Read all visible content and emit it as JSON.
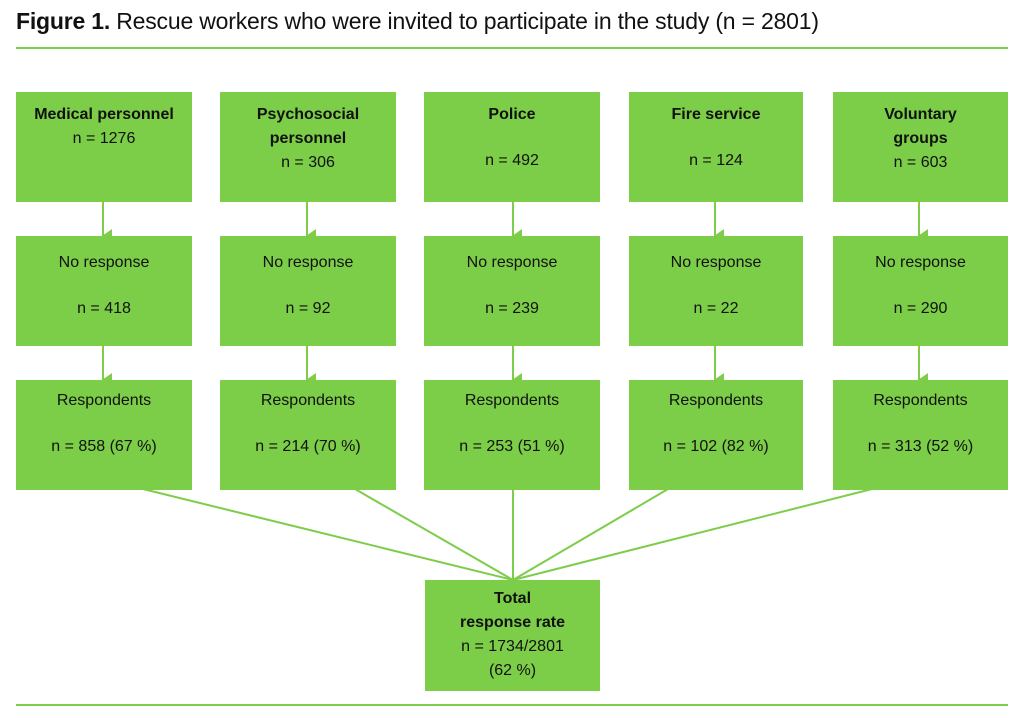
{
  "figure": {
    "label": "Figure 1.",
    "caption": " Rescue workers who were invited to participate in the study (n = 2801)"
  },
  "colors": {
    "box_fill": "#7ccd48",
    "line": "#7dcd4b",
    "text": "#111111"
  },
  "groups": [
    {
      "name": "Medical personnel",
      "invited": "n = 1276",
      "no_response_label": "No response",
      "no_response": "n = 418",
      "respondents_label": "Respondents",
      "respondents": "n = 858 (67 %)"
    },
    {
      "name": "Psychosocial personnel",
      "invited": "n = 306",
      "no_response_label": "No response",
      "no_response": "n = 92",
      "respondents_label": "Respondents",
      "respondents": "n = 214 (70 %)"
    },
    {
      "name": "Police",
      "invited": "n = 492",
      "no_response_label": "No response",
      "no_response": "n = 239",
      "respondents_label": "Respondents",
      "respondents": "n = 253 (51 %)"
    },
    {
      "name": "Fire service",
      "invited": "n = 124",
      "no_response_label": "No response",
      "no_response": "n = 22",
      "respondents_label": "Respondents",
      "respondents": "n = 102 (82 %)"
    },
    {
      "name": "Voluntary groups",
      "invited": "n = 603",
      "no_response_label": "No response",
      "no_response": "n = 290",
      "respondents_label": "Respondents",
      "respondents": "n = 313 (52 %)"
    }
  ],
  "total": {
    "line1": "Total",
    "line2": "response rate",
    "value": "n = 1734/2801",
    "percent": "(62 %)"
  }
}
